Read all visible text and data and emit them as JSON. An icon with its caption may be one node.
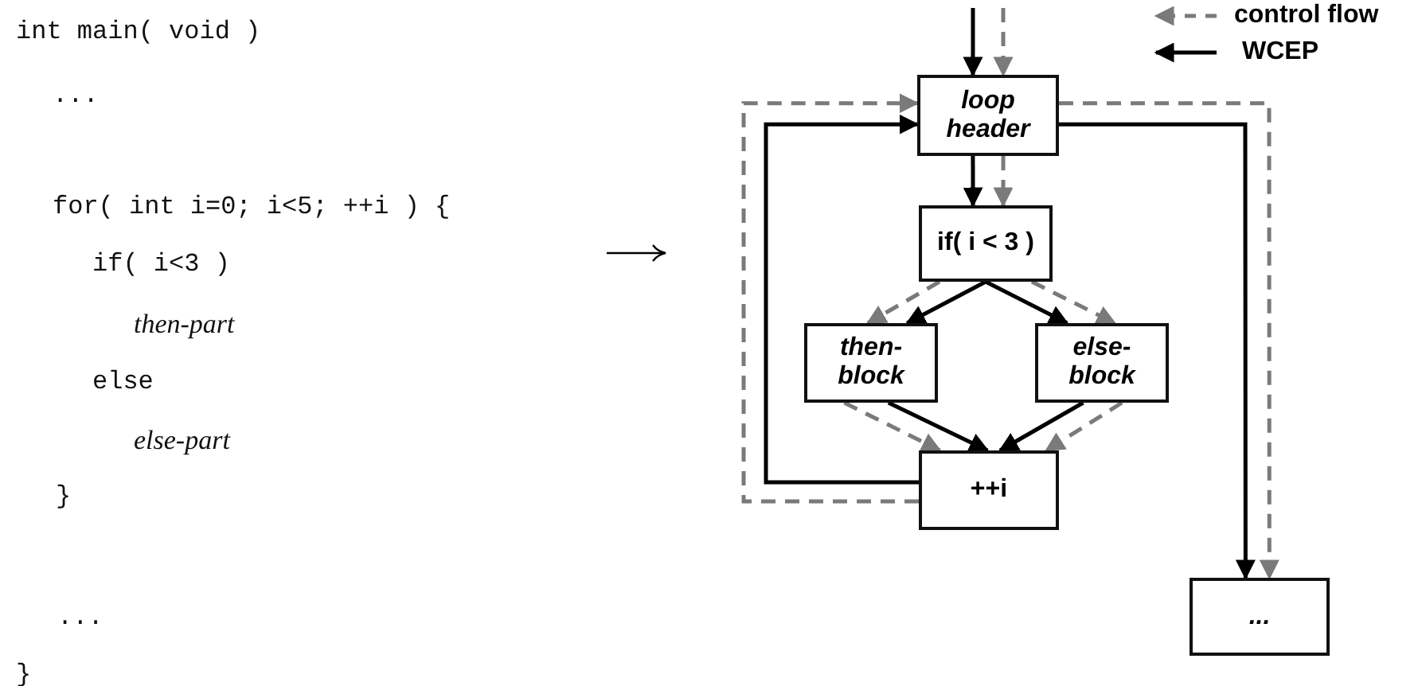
{
  "diagram": {
    "nodes": [
      {
        "text": [
          "loop header"
        ]
      },
      {
        "text": [
          "if( i < 3 )"
        ]
      },
      {
        "text": [
          "then-block"
        ]
      },
      {
        "text": [
          "else-block"
        ]
      },
      {
        "text": [
          "++i"
        ]
      },
      {
        "text": [
          "..."
        ]
      }
    ],
    "edges": [
      {
        "from": null,
        "to": 0,
        "arrow": "to"
      },
      {
        "from": null,
        "to": 0,
        "arrow": "to",
        "style": "dashed",
        "color": "#7a7a7a"
      },
      {
        "from": 0,
        "to": 1,
        "arrow": "to"
      },
      {
        "from": 0,
        "to": 1,
        "arrow": "to",
        "style": "dashed",
        "color": "#7a7a7a"
      },
      {
        "from": 1,
        "to": 2,
        "arrow": "to"
      },
      {
        "from": 1,
        "to": 2,
        "arrow": "to",
        "style": "dashed",
        "color": "#7a7a7a"
      },
      {
        "from": 1,
        "to": 3,
        "arrow": "to"
      },
      {
        "from": 1,
        "to": 3,
        "arrow": "to",
        "style": "dashed",
        "color": "#7a7a7a"
      },
      {
        "from": 2,
        "to": 4,
        "arrow": "to"
      },
      {
        "from": 2,
        "to": 4,
        "arrow": "to",
        "style": "dashed",
        "color": "#7a7a7a"
      },
      {
        "from": 3,
        "to": 4,
        "arrow": "to"
      },
      {
        "from": 3,
        "to": 4,
        "arrow": "to",
        "style": "dashed",
        "color": "#7a7a7a"
      },
      {
        "from": 4,
        "to": 0,
        "arrow": "to"
      },
      {
        "from": 4,
        "to": 0,
        "arrow": "to",
        "style": "dashed",
        "color": "#7a7a7a"
      },
      {
        "from": 0,
        "to": 5,
        "arrow": "to"
      },
      {
        "from": 0,
        "to": 5,
        "arrow": "to",
        "style": "dashed",
        "color": "#7a7a7a"
      }
    ],
    "labels": [
      "int main( void )",
      "...",
      "for( int i=0; i<5; ++i ) {",
      "if( i<3 )",
      "then-part",
      "else",
      "else-part",
      "}",
      "...",
      "}"
    ],
    "legend": [
      {
        "text": "control flow"
      },
      {
        "text": "WCEP"
      }
    ]
  }
}
